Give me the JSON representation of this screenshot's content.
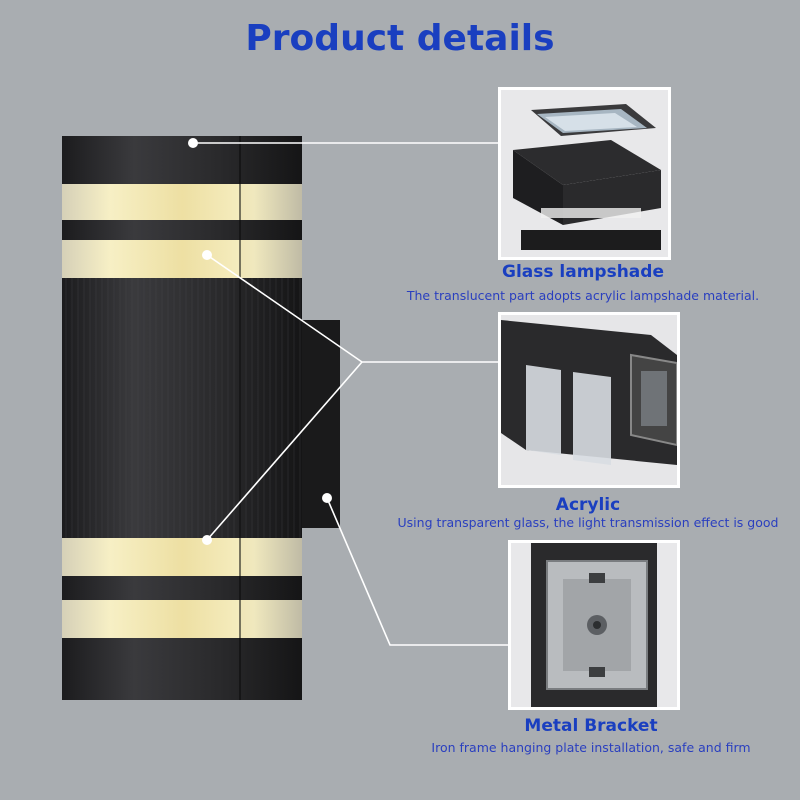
{
  "header": {
    "title": "Product details"
  },
  "features": [
    {
      "title": "Glass lampshade",
      "description": "The translucent part adopts acrylic lampshade material."
    },
    {
      "title": "Acrylic",
      "description": "Using transparent glass, the light transmission effect is good"
    },
    {
      "title": "Metal Bracket",
      "description": "Iron frame hanging plate installation, safe and firm"
    }
  ],
  "colors": {
    "background": "#a9adb1",
    "accent": "#1a3fc0",
    "lamp_body": "#2b2b2d",
    "lamp_glow": "#f3e7b3"
  }
}
